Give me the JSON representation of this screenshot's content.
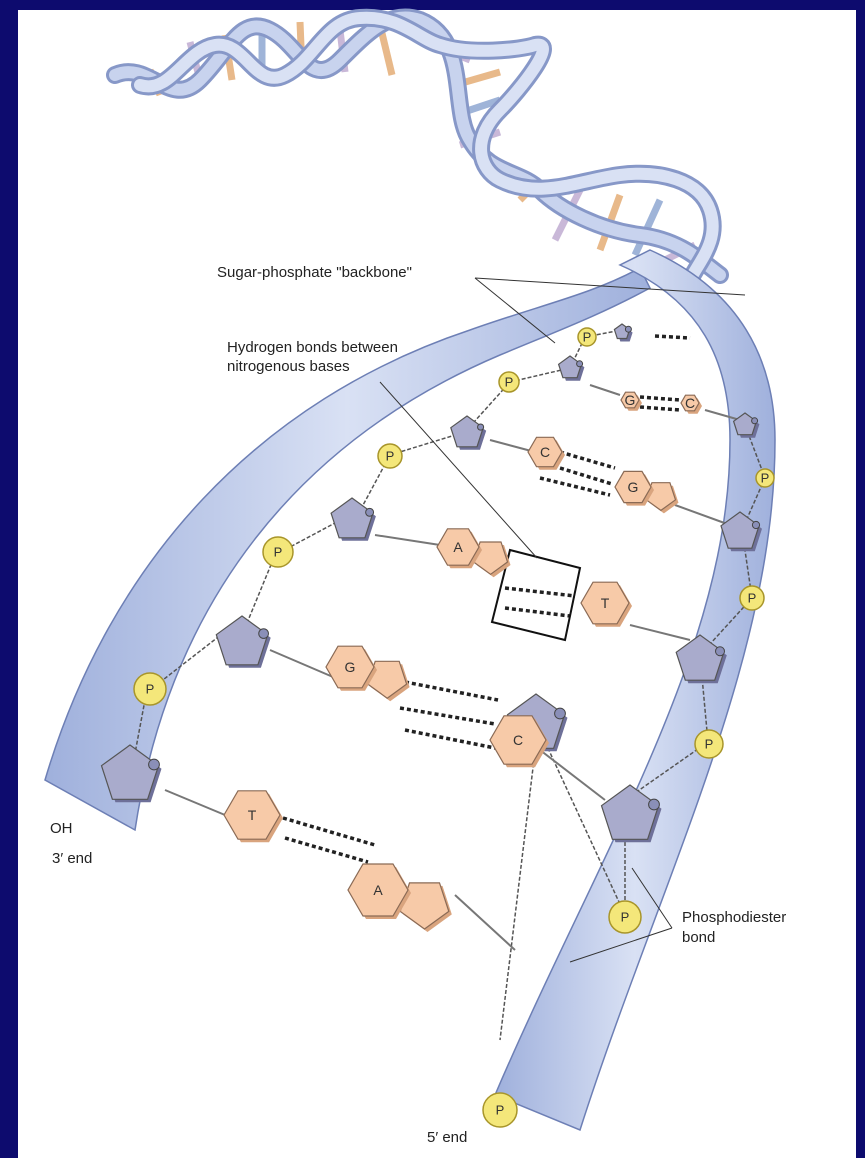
{
  "labels": {
    "backbone": "Sugar-phosphate \"backbone\"",
    "hbonds_line1": "Hydrogen bonds between",
    "hbonds_line2": "nitrogenous bases",
    "oh": "OH",
    "end3": "3′  end",
    "end5": "5′ end",
    "phospho_line1": "Phosphodiester",
    "phospho_line2": "bond"
  },
  "phosphate_label": "P",
  "base_pairs": [
    {
      "left": "G",
      "right": "C"
    },
    {
      "left": "C",
      "right": "G"
    },
    {
      "left": "A",
      "right": "T"
    },
    {
      "left": "G",
      "right": "C"
    },
    {
      "left": "T",
      "right": "A"
    }
  ],
  "colors": {
    "background": "#0d0b6e",
    "ribbon": "#b9c6e6",
    "ribbon_edge": "#6d7fb5",
    "sugar": "#a9abcc",
    "base": "#f7caa8",
    "phosphate": "#f4e77a"
  }
}
